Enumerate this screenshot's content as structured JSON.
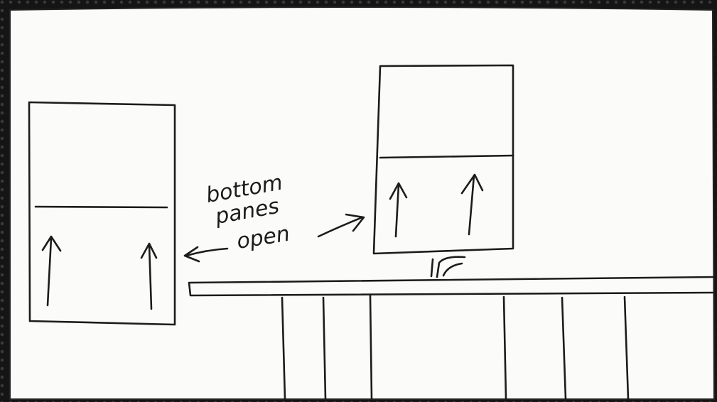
{
  "annotation": {
    "line1": "bottom",
    "line2": "panes",
    "line3": "open"
  },
  "colors": {
    "paper": "#fbfbfa",
    "ink": "#1c1c1c",
    "border": "#151515"
  }
}
